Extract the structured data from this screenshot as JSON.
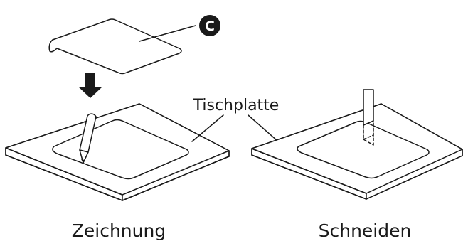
{
  "labels": {
    "template_callout": "C",
    "tabletop": "Tischplatte",
    "left_caption": "Zeichnung",
    "right_caption": "Schneiden"
  },
  "colors": {
    "line": "#1a1a1a",
    "fill": "#ffffff",
    "badge": "#1a1a1a"
  },
  "icons": {
    "arrow": "down-arrow-icon",
    "pencil": "pencil-icon",
    "badge": "circle-letter-badge-icon"
  }
}
